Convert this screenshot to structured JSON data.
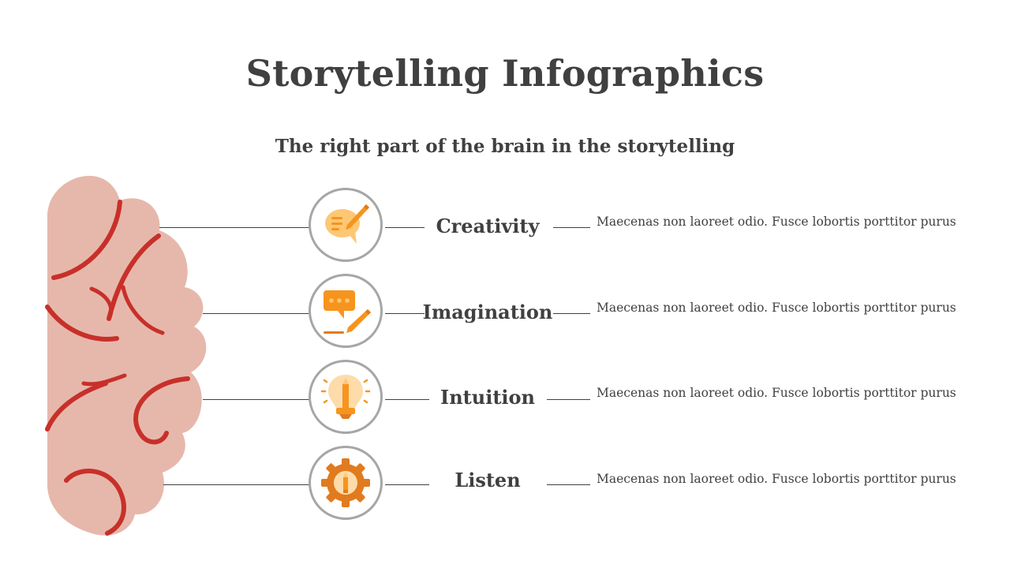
{
  "title": "Storytelling Infographics",
  "subtitle": "The right part of the brain in the storytelling",
  "colors": {
    "text": "#404040",
    "brain_fill": "#e6b8ab",
    "brain_vein": "#c8302a",
    "icon_orange": "#f7941d",
    "icon_light": "#fdc774",
    "icon_dark": "#e07b1f",
    "circle_border": "#a6a6a6"
  },
  "items": [
    {
      "label": "Creativity",
      "icon": "chat-pencil-icon",
      "description": "Maecenas non laoreet odio. Fusce lobortis porttitor purus"
    },
    {
      "label": "Imagination",
      "icon": "message-pencil-icon",
      "description": "Maecenas non laoreet odio. Fusce lobortis porttitor purus"
    },
    {
      "label": "Intuition",
      "icon": "lightbulb-icon",
      "description": "Maecenas non laoreet odio. Fusce lobortis porttitor purus"
    },
    {
      "label": "Listen",
      "icon": "gear-pencil-icon",
      "description": "Maecenas non laoreet odio. Fusce lobortis porttitor purus"
    }
  ]
}
